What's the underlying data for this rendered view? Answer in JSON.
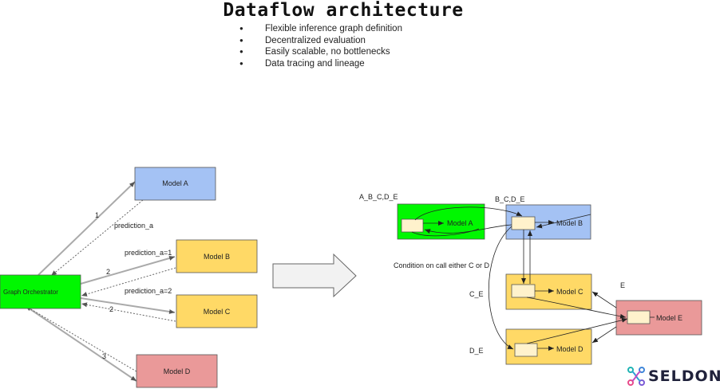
{
  "title": "Dataflow architecture",
  "bullets": [
    "Flexible inference graph definition",
    "Decentralized evaluation",
    "Easily scalable, no bottlenecks",
    "Data tracing and lineage"
  ],
  "left": {
    "orchestrator": "Graph Orchestrator",
    "model_a": "Model A",
    "model_b": "Model B",
    "model_c": "Model C",
    "model_d": "Model D",
    "edge_1": "1",
    "edge_2b": "2",
    "edge_2c": "2",
    "edge_3": "3",
    "prediction_a": "prediction_a",
    "prediction_a1": "prediction_a=1",
    "prediction_a2": "prediction_a=2"
  },
  "right": {
    "topic_abcde": "A_B_C,D_E",
    "topic_bcde": "B_C,D_E",
    "topic_ce": "C_E",
    "topic_de": "D_E",
    "topic_e": "E",
    "condition": "Condition on call either C or D",
    "model_a": "Model A",
    "model_b": "Model B",
    "model_c": "Model C",
    "model_d": "Model D",
    "model_e": "Model E"
  },
  "colors": {
    "green": "#00f700",
    "blue": "#a4c2f4",
    "yellow": "#ffd966",
    "red": "#ea9999",
    "inner": "#fff2cc"
  },
  "logo": {
    "text": "SELDON",
    "icon": "seldon-logo-icon"
  }
}
